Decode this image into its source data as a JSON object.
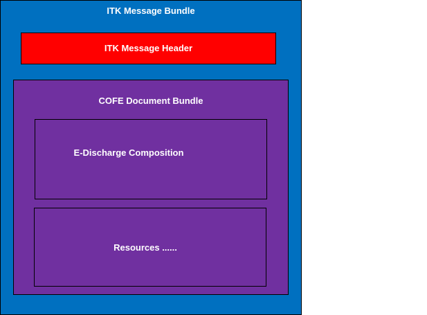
{
  "diagram": {
    "outer": {
      "label": "ITK Message Bundle",
      "color": "#0070c0"
    },
    "header": {
      "label": "ITK Message Header",
      "color": "#ff0000"
    },
    "document_bundle": {
      "label": "COFE Document Bundle",
      "color": "#7030a0",
      "children": [
        {
          "label": "E-Discharge Composition"
        },
        {
          "label": "Resources ......"
        }
      ]
    }
  }
}
